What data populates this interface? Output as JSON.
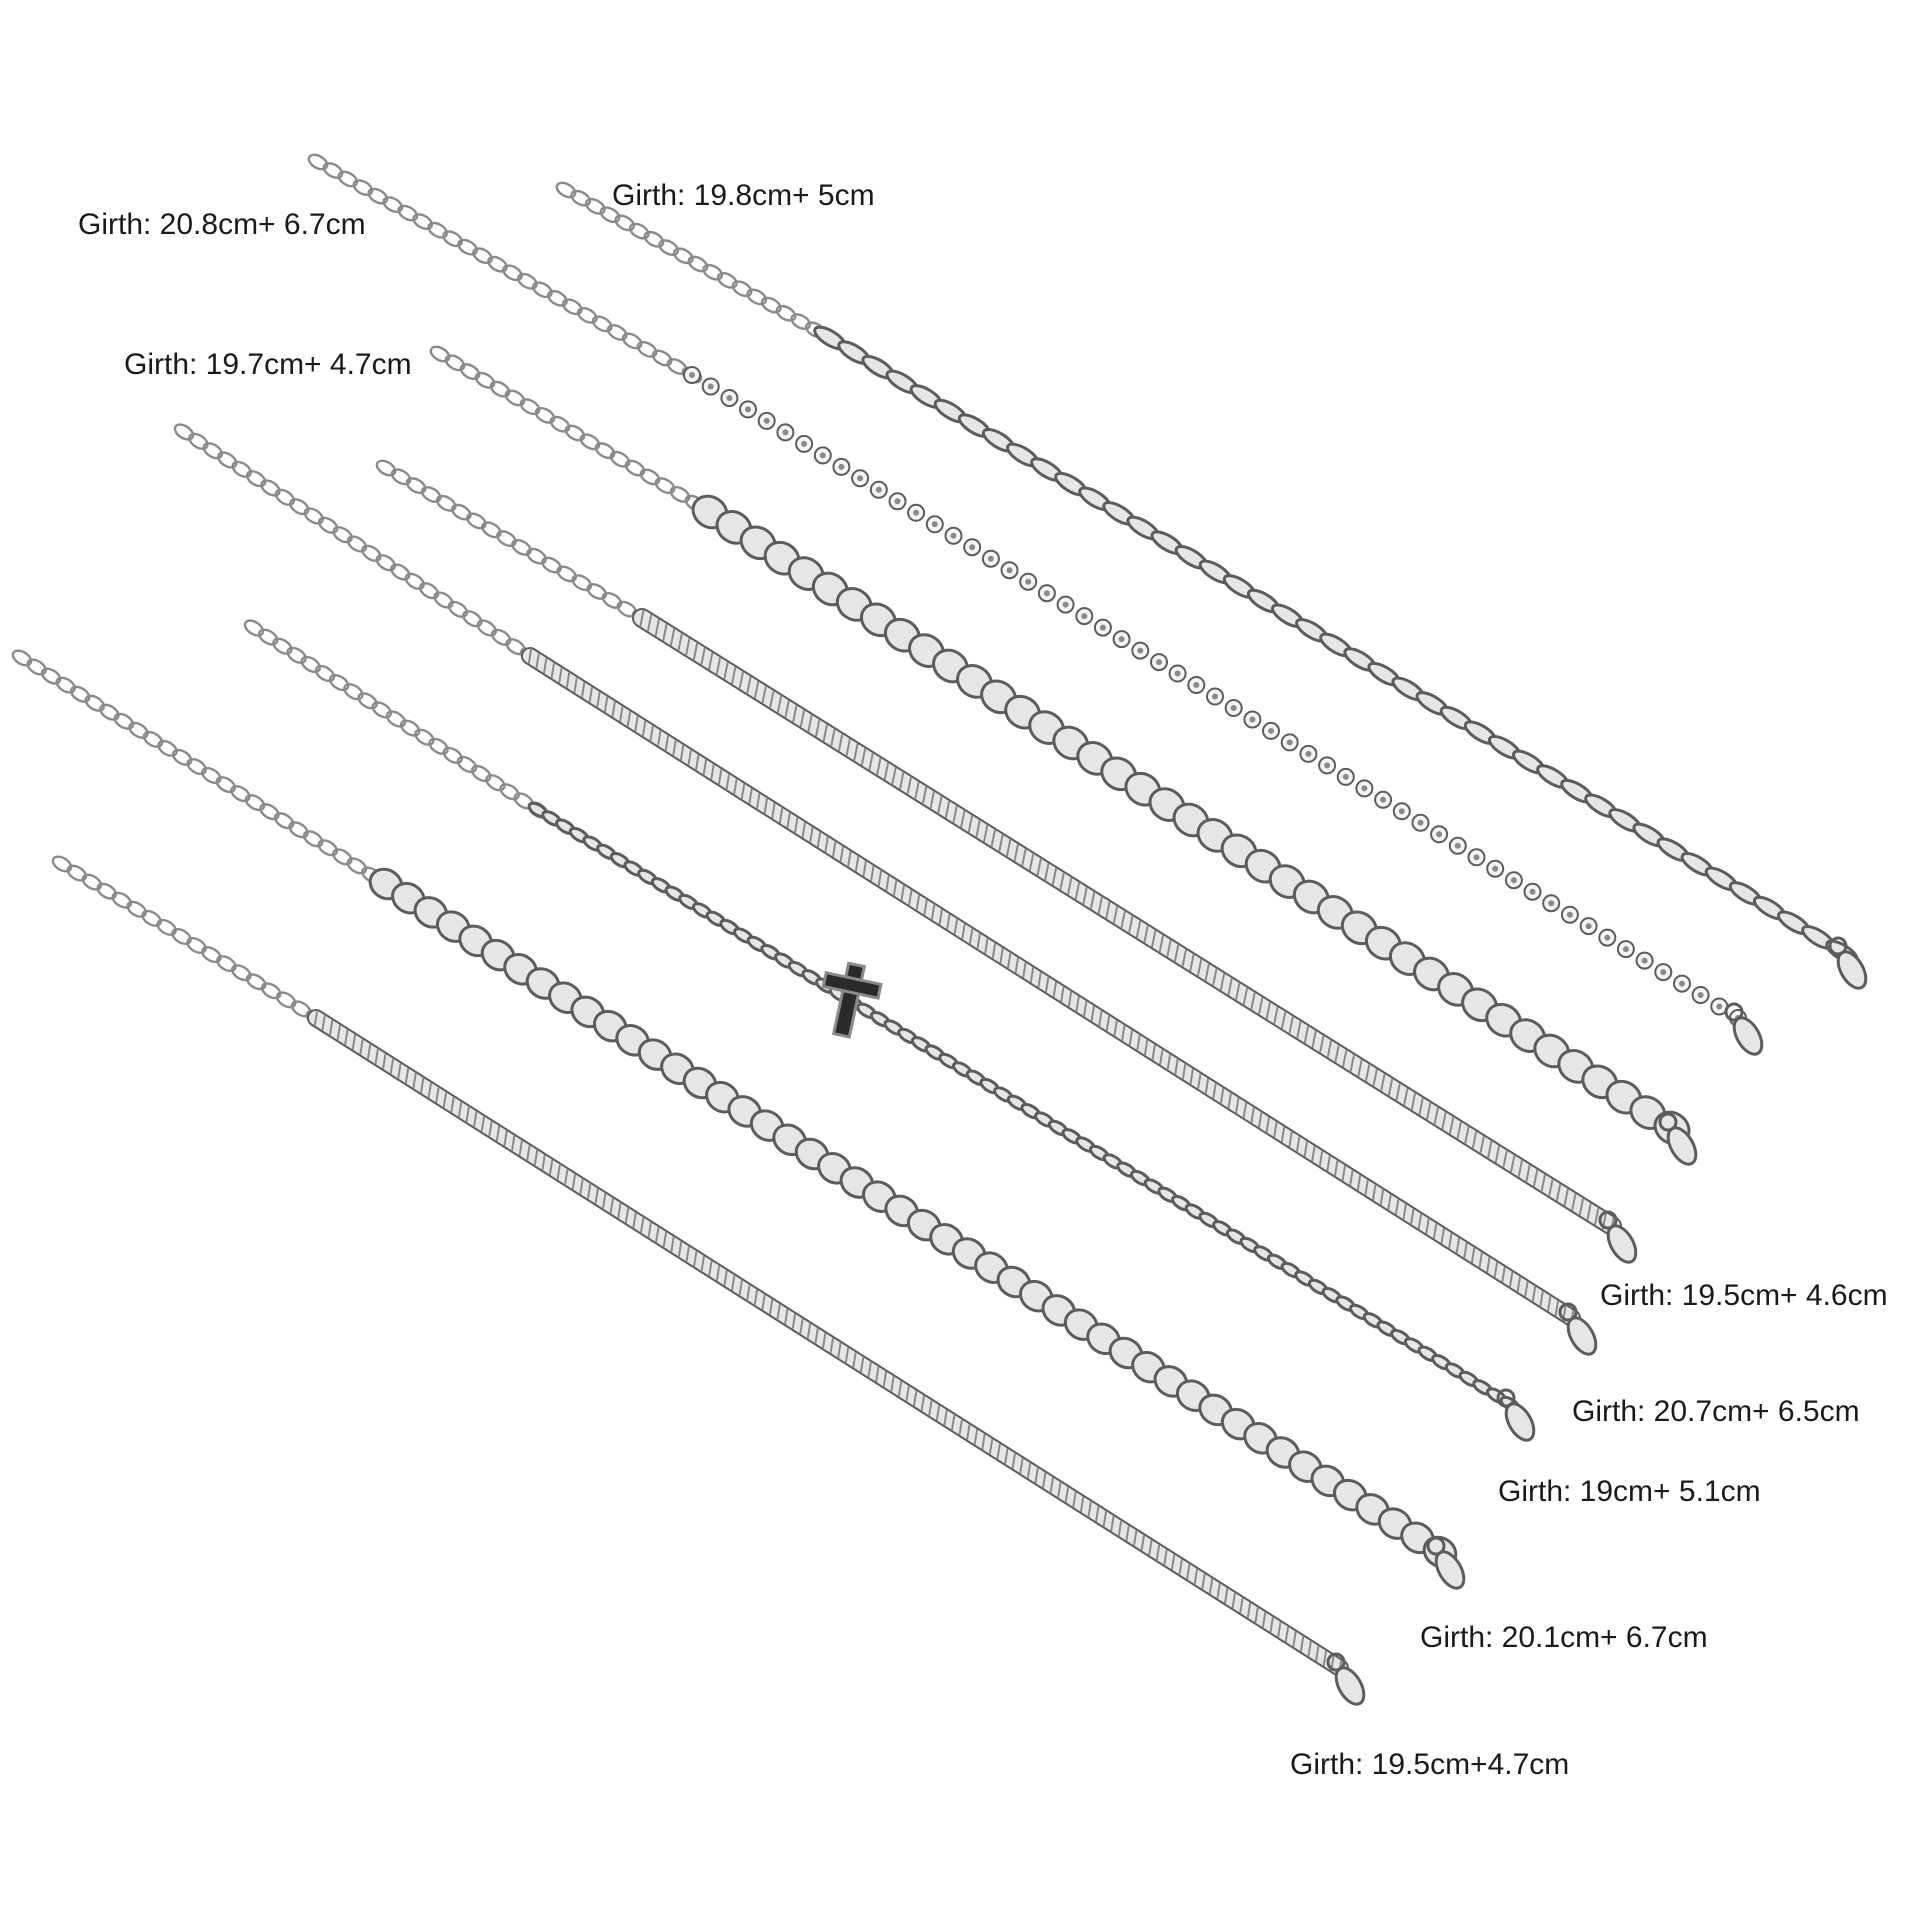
{
  "product": "bracelet set",
  "colors": {
    "background": "#ffffff",
    "metal": "#8a8a8a",
    "metal_dark": "#5c5c5c",
    "metal_light": "#e6e6e6",
    "label_text": "#1a1a1a"
  },
  "bracelets": [
    {
      "id": "figaro",
      "style": "figaro-chain",
      "label": "Girth: 19.8cm+ 5cm"
    },
    {
      "id": "rhinestone",
      "style": "rhinestone-tennis-chain",
      "label": "Girth: 20.8cm+ 6.7cm"
    },
    {
      "id": "wide-curb",
      "style": "wide-curb-chain",
      "label": "Girth: 19.7cm+ 4.7cm"
    },
    {
      "id": "flat-snake",
      "style": "flat-snake-chain",
      "label": "Girth: 19.5cm+ 4.6cm"
    },
    {
      "id": "rope",
      "style": "rope-chain",
      "label": "Girth: 20.7cm+ 6.5cm"
    },
    {
      "id": "cross",
      "style": "box-chain-with-cross-charm",
      "label": "Girth: 19cm+ 5.1cm"
    },
    {
      "id": "curb",
      "style": "curb-chain",
      "label": "Girth: 20.1cm+ 6.7cm"
    },
    {
      "id": "braided",
      "style": "braided-chain",
      "label": "Girth: 19.5cm+4.7cm"
    }
  ]
}
